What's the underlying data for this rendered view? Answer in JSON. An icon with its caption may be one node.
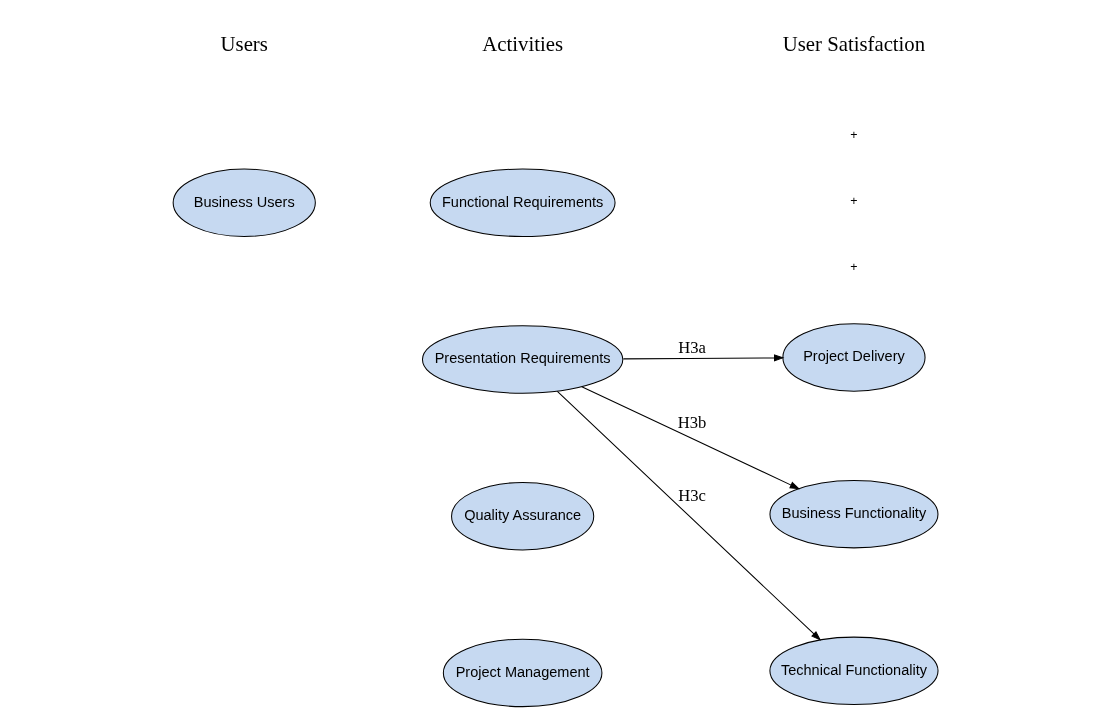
{
  "diagram": {
    "nodes": [
      {
        "text": [
          "Business Users"
        ]
      },
      {
        "text": [
          "Functional Requirements"
        ]
      },
      {
        "text": [
          "Presentation Requirements"
        ]
      },
      {
        "text": [
          "Quality Assurance"
        ]
      },
      {
        "text": [
          "Project Management"
        ]
      },
      {
        "text": [
          "Project Delivery"
        ]
      },
      {
        "text": [
          "Business Functionality"
        ]
      },
      {
        "text": [
          "Technical Functionality"
        ]
      }
    ],
    "edges": [
      {
        "from": 2,
        "to": 5,
        "arrow": "to",
        "label": "H3a"
      },
      {
        "from": 2,
        "to": 6,
        "arrow": "to",
        "label": "H3b"
      },
      {
        "from": 2,
        "to": 7,
        "arrow": "to",
        "label": "H3c"
      }
    ],
    "labels": [
      "Users",
      "Activities",
      "User Satisfaction",
      "+",
      "+",
      "+"
    ]
  }
}
